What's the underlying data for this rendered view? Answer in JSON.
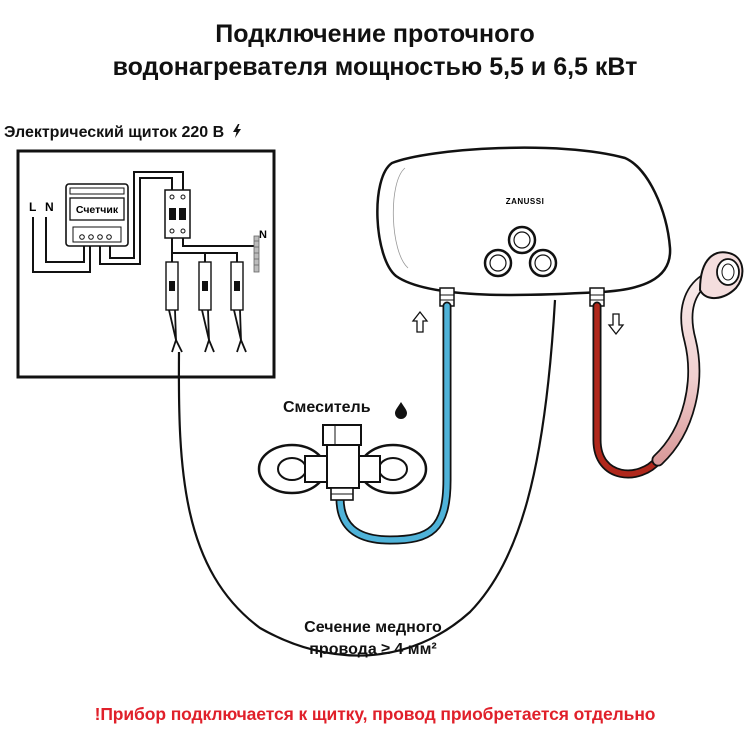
{
  "title": {
    "line1": "Подключение проточного",
    "line2": "водонагревателя мощностью 5,5 и 6,5 кВт"
  },
  "panel": {
    "label": "Электрический щиток 220 В",
    "meter_label": "Счетчик",
    "terminal_l": "L",
    "terminal_n": "N",
    "bus_n": "N"
  },
  "heater": {
    "brand": "ZANUSSI"
  },
  "mixer": {
    "label": "Смеситель"
  },
  "wire": {
    "line1": "Сечение медного",
    "line2": "провода ≥ 4 мм²"
  },
  "note": "!Прибор подключается к щитку, провод приобретается отдельно",
  "colors": {
    "cold_pipe": "#4fb3d9",
    "hot_pipe": "#b0281c",
    "warning_text": "#e0202a"
  }
}
